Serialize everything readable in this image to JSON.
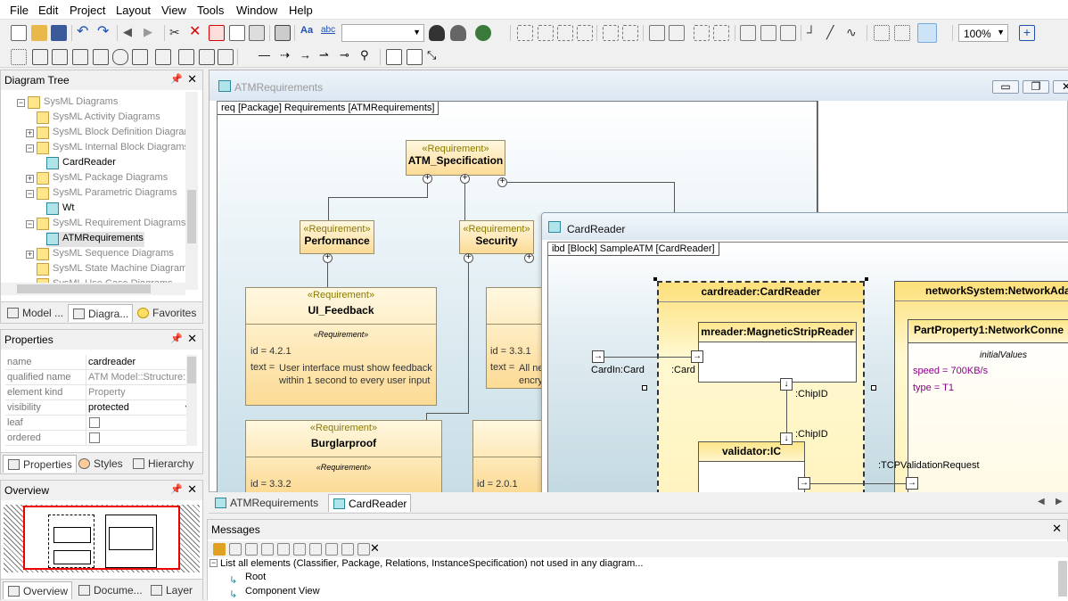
{
  "menu": [
    "File",
    "Edit",
    "Project",
    "Layout",
    "View",
    "Tools",
    "Window",
    "Help"
  ],
  "toolbar": {
    "zoom": "100%"
  },
  "diagram_tree": {
    "title": "Diagram Tree",
    "items": [
      {
        "label": "SysML Diagrams",
        "indent": 0
      },
      {
        "label": "SysML Activity Diagrams",
        "indent": 1
      },
      {
        "label": "SysML Block Definition Diagrar",
        "indent": 1
      },
      {
        "label": "SysML Internal Block Diagrams",
        "indent": 1
      },
      {
        "label": "CardReader",
        "indent": 2
      },
      {
        "label": "SysML Package Diagrams",
        "indent": 1
      },
      {
        "label": "SysML Parametric Diagrams",
        "indent": 1
      },
      {
        "label": "Wt",
        "indent": 2
      },
      {
        "label": "SysML Requirement Diagrams",
        "indent": 1
      },
      {
        "label": "ATMRequirements",
        "indent": 2
      },
      {
        "label": "SysML Sequence Diagrams",
        "indent": 1
      },
      {
        "label": "SysML State Machine Diagram",
        "indent": 1
      },
      {
        "label": "SysML Use Case Diagrams",
        "indent": 1
      }
    ],
    "tabs": [
      "Model ...",
      "Diagra...",
      "Favorites"
    ]
  },
  "properties": {
    "title": "Properties",
    "rows": [
      {
        "key": "name",
        "value": "cardreader"
      },
      {
        "key": "qualified name",
        "value": "ATM Model::Structure::"
      },
      {
        "key": "element kind",
        "value": "Property"
      },
      {
        "key": "visibility",
        "value": "protected"
      },
      {
        "key": "leaf",
        "value": ""
      },
      {
        "key": "ordered",
        "value": ""
      }
    ],
    "tabs": [
      "Properties",
      "Styles",
      "Hierarchy"
    ]
  },
  "overview": {
    "title": "Overview",
    "tabs": [
      "Overview",
      "Docume...",
      "Layer"
    ]
  },
  "diagram": {
    "window_title": "ATMRequirements",
    "frame_label": "req [Package] Requirements [ATMRequirements]",
    "requirements": [
      {
        "stereo": "«Requirement»",
        "name": "ATM_Specification"
      },
      {
        "stereo": "«Requirement»",
        "name": "Performance"
      },
      {
        "stereo": "«Requirement»",
        "name": "Security"
      },
      {
        "stereo": "«Requirement»",
        "name": "UI_Feedback",
        "inner_stereo": "«Requirement»",
        "id": "id = 4.2.1",
        "text_key": "text =",
        "text": "User interface must show feedback within 1 second to every user input"
      },
      {
        "stereo": "",
        "name": "",
        "id": "id = 3.3.1",
        "text_key": "text =",
        "text": "All ne encry"
      },
      {
        "stereo": "«Requirement»",
        "name": "Burglarproof",
        "inner_stereo": "«Requirement»",
        "id": "id = 3.3.2"
      },
      {
        "id": "id = 2.0.1"
      }
    ]
  },
  "ibd": {
    "window_title": "CardReader",
    "frame_label": "ibd [Block] SampleATM [CardReader]",
    "parts": [
      {
        "name": "cardreader:CardReader"
      },
      {
        "name": "mreader:MagneticStripReader"
      },
      {
        "name": "validator:IC"
      },
      {
        "name": "networkSystem:NetworkAda"
      },
      {
        "name": "PartProperty1:NetworkConne",
        "initial": "initialValues",
        "speed": "speed = 700KB/s",
        "type": "type = T1"
      }
    ],
    "labels": {
      "cardin": "CardIn:Card",
      "card": ":Card",
      "chip1": ":ChipID",
      "chip2": ":ChipID",
      "tcp": ":TCPValidationRequest"
    }
  },
  "doc_tabs": [
    "ATMRequirements",
    "CardReader"
  ],
  "messages": {
    "title": "Messages",
    "lines": [
      "List all elements (Classifier, Package, Relations, InstanceSpecification) not used in any diagram...",
      "Root",
      "Component View"
    ]
  }
}
